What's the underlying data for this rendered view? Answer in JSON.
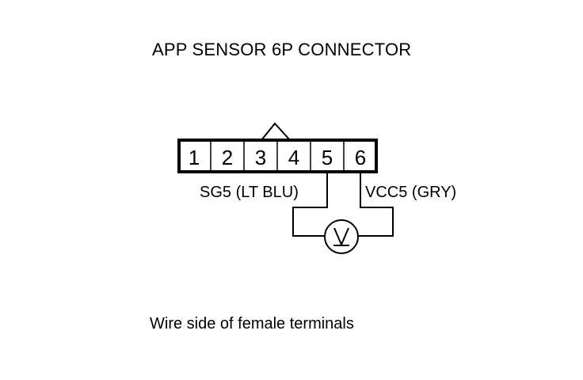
{
  "title": "APP SENSOR 6P CONNECTOR",
  "connector": {
    "pins": [
      "1",
      "2",
      "3",
      "4",
      "5",
      "6"
    ]
  },
  "wires": {
    "left_label": "SG5 (LT BLU)",
    "right_label": "VCC5 (GRY)"
  },
  "meter": {
    "symbol": "V",
    "icon": "voltmeter-icon"
  },
  "caption": "Wire side of female terminals",
  "colors": {
    "ink": "#000000",
    "background": "#ffffff"
  }
}
